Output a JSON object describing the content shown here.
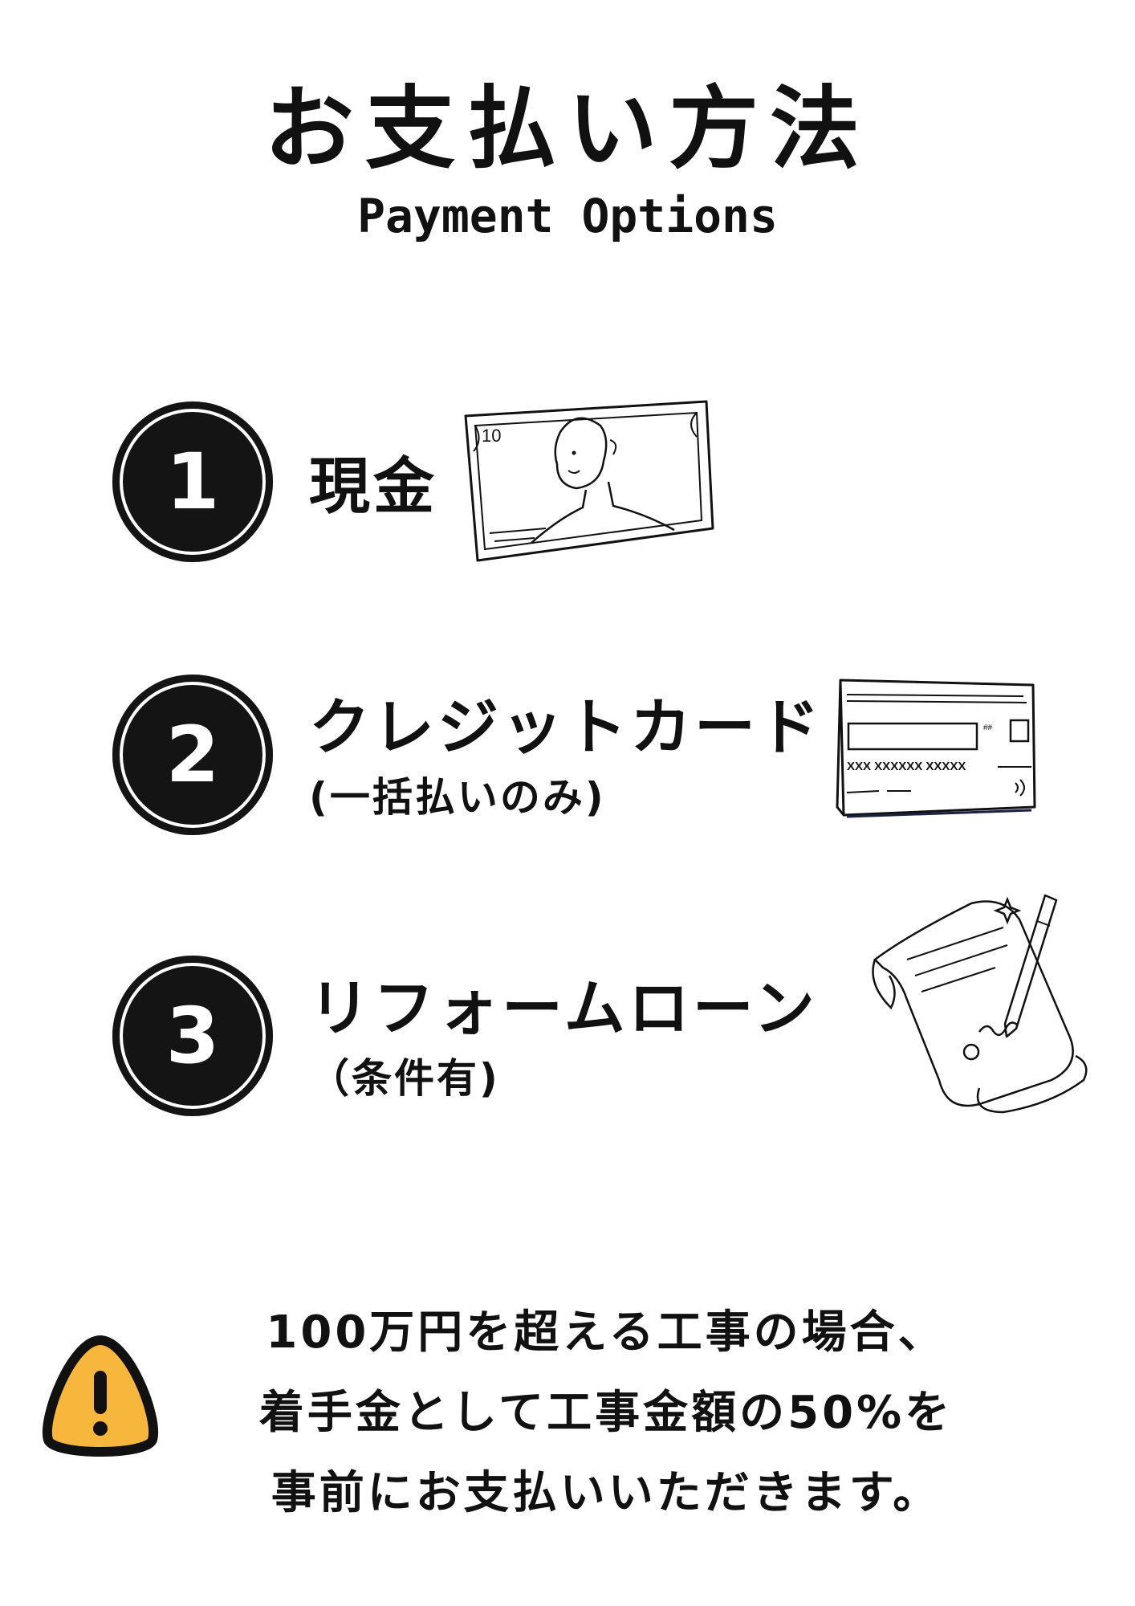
{
  "header": {
    "title": "お支払い方法",
    "subtitle": "Payment Options"
  },
  "options": [
    {
      "number": "1",
      "label": "現金",
      "note": "",
      "illustration": "banknote-icon",
      "banknote_value": "10"
    },
    {
      "number": "2",
      "label": "クレジットカード",
      "note": "(一括払いのみ)",
      "illustration": "credit-card-icon",
      "card_number_text": "XXX XXXXXX XXXXX"
    },
    {
      "number": "3",
      "label": "リフォームローン",
      "note": "（条件有)",
      "illustration": "contract-scroll-icon"
    }
  ],
  "notice": {
    "icon": "warning-icon",
    "lines": [
      "100万円を超える工事の場合、",
      "着手金として工事金額の50%を",
      "事前にお支払いいただきます。"
    ]
  },
  "colors": {
    "text": "#111111",
    "badge": "#141414",
    "warning_fill": "#f6b73c"
  }
}
